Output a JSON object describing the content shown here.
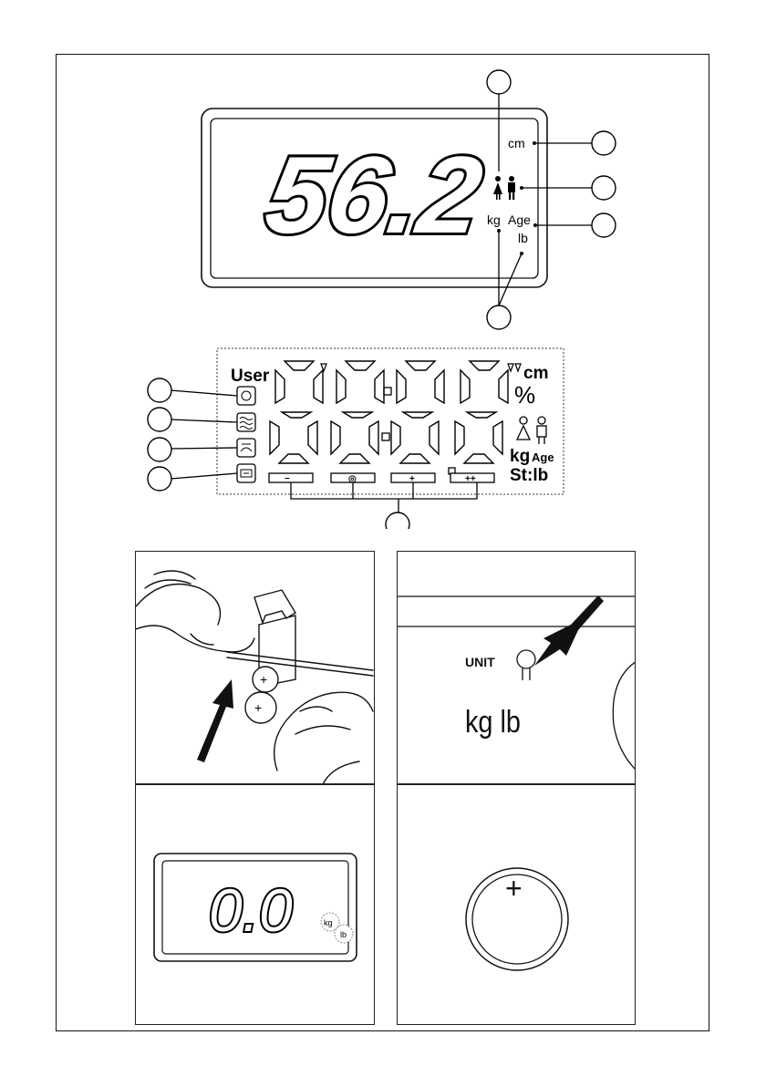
{
  "top_display": {
    "reading": "56.2",
    "unit_cm": "cm",
    "unit_kg": "kg",
    "label_age": "Age",
    "unit_lb": "lb",
    "callout_count": 5
  },
  "lcd_display": {
    "label_user": "User",
    "unit_cm": "cm",
    "unit_percent": "%",
    "unit_kg": "kg",
    "label_age": "Age",
    "unit_stlb": "St:lb",
    "segment_digits": "88:88",
    "bars": [
      "−",
      "◎",
      "+",
      "++"
    ],
    "user_icons": [
      "face-icon",
      "water-icon",
      "muscle-icon",
      "bone-icon"
    ]
  },
  "step_battery": {
    "polarity": "+"
  },
  "step_unit": {
    "button_label": "UNIT",
    "units_label": "kg lb"
  },
  "step_zero": {
    "reading": "0.0",
    "unit_kg": "kg",
    "unit_lb": "lb"
  },
  "step_coin_cell": {
    "polarity": "+"
  }
}
